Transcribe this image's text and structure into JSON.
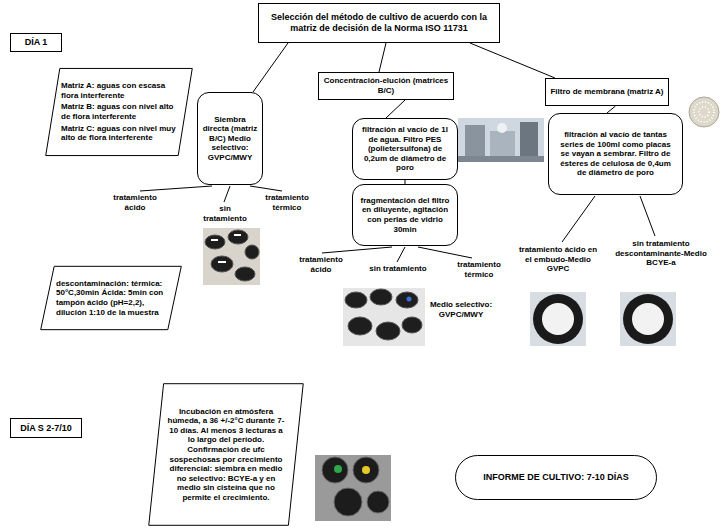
{
  "diagram": {
    "nodes": [
      {
        "text": [
          "DÍA 1"
        ]
      },
      {
        "text": [
          "Selección del método de cultivo de acuerdo con la matriz de decisión de la Norma ISO 11731"
        ]
      },
      {
        "text": [
          "Matriz A: aguas con escasa flora interferente",
          "Matriz B: aguas con nivel alto de flora interferente",
          "Matriz C: aguas con nivel muy alto de flora interferente"
        ]
      },
      {
        "text": [
          "Siembra directa (matriz B/C) Medio selectivo: GVPC/MWY"
        ]
      },
      {
        "text": [
          "Concentración-elución (matrices B/C)"
        ]
      },
      {
        "text": [
          "Filtro de membrana (matriz A)"
        ]
      },
      {
        "text": [
          "filtración al vacío de 1l de agua. Filtro PES (polietersulfona) de 0,2um de diámetro de poro"
        ]
      },
      {
        "text": [
          "filtración al vacío de tantas series de 100ml como placas se vayan a sembrar. Filtro de ésteres de celulosa de 0,4um de diámetro de poro"
        ]
      },
      {
        "text": [
          "fragmentación del filtro en diluyente, agitación con perlas de vidrio 30min"
        ]
      },
      {
        "text": [
          "descontaminación: térmica: 50°C,30min Ácida: 5min con tampón ácido (pH=2,2), dilución 1:10 de la muestra"
        ]
      },
      {
        "text": [
          "DÍA S 2-7/10"
        ]
      },
      {
        "text": [
          "Incubación en atmósfera húmeda, a 36 +/-2°C durante 7-10 días. Al menos 3 lecturas a lo largo del período. Confirmación de ufc sospechosas por crecimiento diferencial: siembra en medio no selectivo: BCYE-a y en medio sin cisteína que no permite el crecimiento."
        ]
      },
      {
        "text": [
          "INFORME DE CULTIVO: 7-10 DÍAS"
        ]
      }
    ],
    "edges": [
      {
        "from": 1,
        "to": 3,
        "arrow": "none"
      },
      {
        "from": 1,
        "to": 4,
        "arrow": "none"
      },
      {
        "from": 1,
        "to": 5,
        "arrow": "none"
      },
      {
        "from": 4,
        "to": 6,
        "arrow": "none"
      },
      {
        "from": 6,
        "to": 8,
        "arrow": "none"
      },
      {
        "from": 5,
        "to": 7,
        "arrow": "none"
      }
    ],
    "labels": [
      "tratamiento ácido",
      "sin tratamiento",
      "tratamiento térmico",
      "tratamiento ácido",
      "sin tratamiento",
      "tratamiento térmico",
      "Medio selectivo: GVPC/MWY",
      "tratamiento ácido en el embudo-Medio GVPC",
      "sin tratamiento descontaminante-Medio BCYE-a"
    ]
  }
}
